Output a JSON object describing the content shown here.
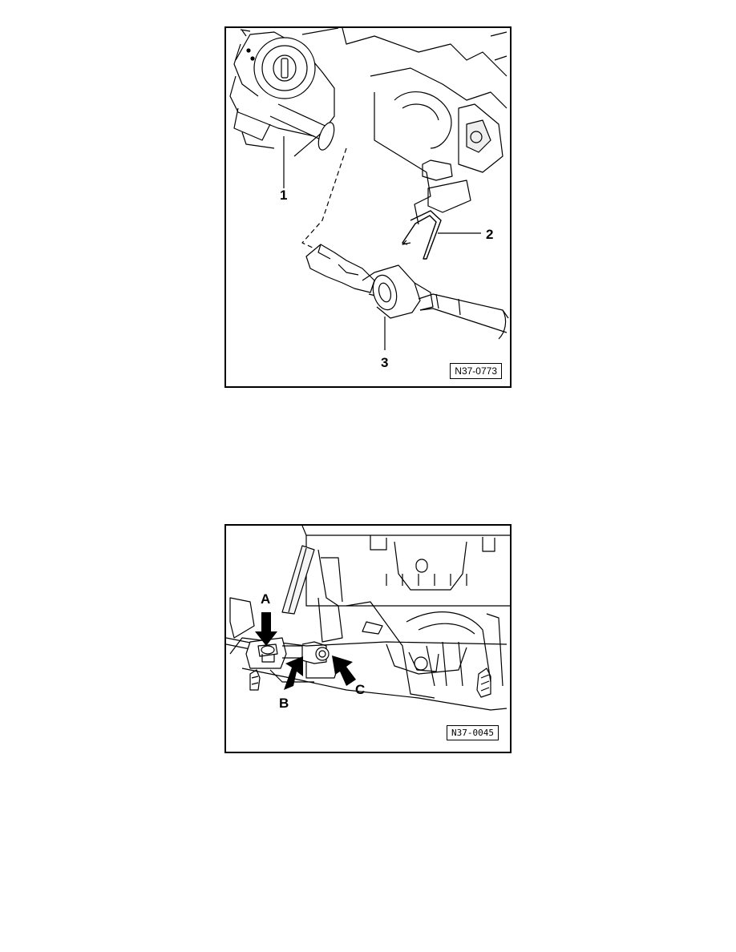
{
  "figures": [
    {
      "code": "N37-0773",
      "callouts": [
        "1",
        "2",
        "3"
      ]
    },
    {
      "code": "N37-0045",
      "callouts": [
        "A",
        "B",
        "C"
      ]
    }
  ]
}
